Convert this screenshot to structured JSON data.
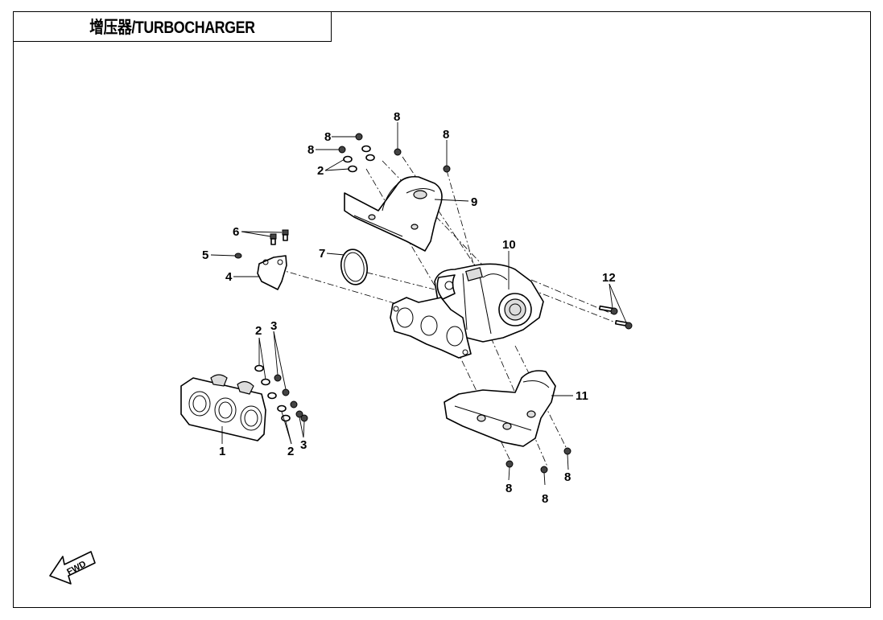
{
  "title": "增压器/TURBOCHARGER",
  "fwd_label": "FWD",
  "callouts": {
    "c1": "1",
    "c2a": "2",
    "c2b": "2",
    "c2c": "2",
    "c3a": "3",
    "c3b": "3",
    "c4": "4",
    "c5": "5",
    "c6": "6",
    "c7": "7",
    "c8a": "8",
    "c8b": "8",
    "c8c": "8",
    "c8d": "8",
    "c8e": "8",
    "c8f": "8",
    "c8g": "8",
    "c9": "9",
    "c10": "10",
    "c11": "11",
    "c12": "12"
  },
  "icons": {
    "fwd": "fwd-arrow-icon"
  }
}
